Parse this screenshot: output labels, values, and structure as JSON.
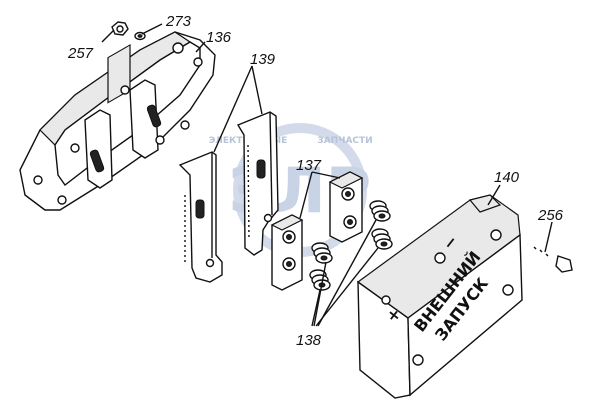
{
  "labels": {
    "n257": "257",
    "n273": "273",
    "n136": "136",
    "n139": "139",
    "n137": "137",
    "n140": "140",
    "n256": "256",
    "n138": "138"
  },
  "watermark": {
    "logo": "ЭЛР",
    "left_text": "ЭЛЕКТРОННЫЕ",
    "right_text": "ЗАПЧАСТИ"
  },
  "plate_text": {
    "plus": "+",
    "minus": "−",
    "line1": "ВНЕШНИЙ",
    "line2": "ЗАПУСК"
  },
  "colors": {
    "ink": "#111111",
    "watermark": "#c9d3e6",
    "background": "#ffffff"
  }
}
